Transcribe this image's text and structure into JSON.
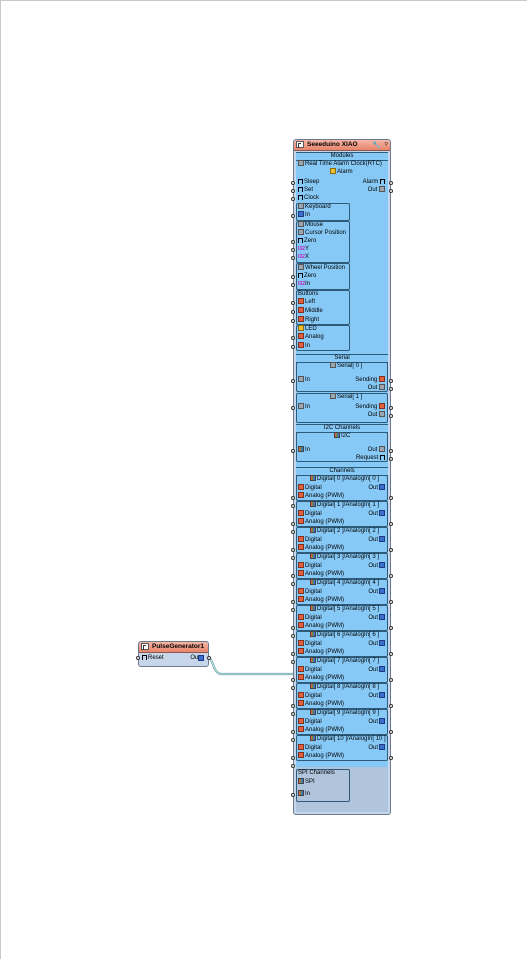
{
  "pulse": {
    "title": "PulseGenerator1",
    "reset": "Reset",
    "out": "Out"
  },
  "xiao": {
    "title": "Seeeduino XIAO",
    "modules": "Modules",
    "rtc": "Real Time Alarm Clock(RTC)",
    "alarm": "Alarm",
    "sleep": "Sleep",
    "alarm_out": "Alarm",
    "set": "Set",
    "out": "Out",
    "clock": "Clock",
    "keyboard": "Keyboard",
    "kb_in": "In",
    "mouse": "Mouse",
    "cursor": "Cursor Position",
    "zero": "Zero",
    "y": "Y",
    "x": "X",
    "wheel": "Wheel Position",
    "wheel_zero": "Zero",
    "wheel_in": "In",
    "buttons": "Buttons",
    "left": "Left",
    "middle": "Middle",
    "right": "Right",
    "led": "LED",
    "led_analog": "Analog",
    "led_in": "In",
    "serial": "Serial",
    "serial0": "Serial[ 0 ]",
    "serial1": "Serial[ 1 ]",
    "s_in": "In",
    "sending": "Sending",
    "s_out": "Out",
    "i2c_channels": "I2C Channels",
    "i2c": "I2C",
    "i2c_in": "In",
    "i2c_out": "Out",
    "request": "Request",
    "channels": "Channels",
    "digital": "Digital",
    "analog_pwm": "Analog (PWM)",
    "ch_out": "Out",
    "ch_labels": [
      "Digital[ 0 ]/AnalogIn[ 0 ]",
      "Digital[ 1 ]/AnalogIn[ 1 ]",
      "Digital[ 2 ]/AnalogIn[ 2 ]",
      "Digital[ 3 ]/AnalogIn[ 3 ]",
      "Digital[ 4 ]/AnalogIn[ 4 ]",
      "Digital[ 5 ]/AnalogIn[ 5 ]",
      "Digital[ 6 ]/AnalogIn[ 6 ]",
      "Digital[ 7 ]/AnalogIn[ 7 ]",
      "Digital[ 8 ]/AnalogIn[ 8 ]",
      "Digital[ 9 ]/AnalogIn[ 9 ]",
      "Digital[ 10 ]/AnalogIn[ 10 ]"
    ],
    "spi_channels": "SPI Channels",
    "spi": "SPI",
    "spi_in": "In"
  }
}
